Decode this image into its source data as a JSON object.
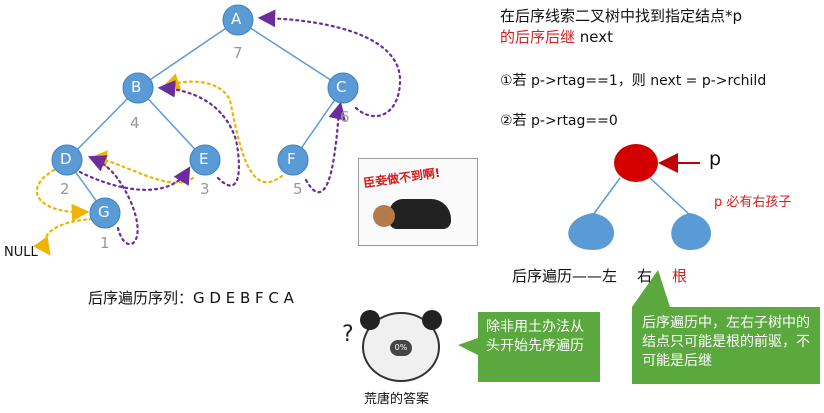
{
  "tree": {
    "nodes": [
      {
        "label": "A",
        "order": "7"
      },
      {
        "label": "B",
        "order": "4"
      },
      {
        "label": "C",
        "order": "6"
      },
      {
        "label": "D",
        "order": "2"
      },
      {
        "label": "E",
        "order": "3"
      },
      {
        "label": "F",
        "order": "5"
      },
      {
        "label": "G",
        "order": "1"
      }
    ],
    "null_label": "NULL",
    "postorder_label": "后序遍历序列：",
    "postorder_sequence": "G D E B F C A"
  },
  "question": {
    "line1": "在后序线索二叉树中找到指定结点*p",
    "line2_red": "的后序后继",
    "line2_rest": "next"
  },
  "rules": {
    "rule1_prefix": "①若",
    "rule1_body": "p->rtag==1，则 next = p->rchild",
    "rule2_prefix": "②若",
    "rule2_body": "p->rtag==0"
  },
  "diagram": {
    "p_label": "p",
    "note": "p 必有右孩子",
    "order_prefix": "后序遍历——左",
    "order_mid": "右",
    "order_root": "根",
    "colors": {
      "root_red": "#d40000",
      "child_blue": "#5b9bd5",
      "green_box": "#5aa83e"
    }
  },
  "memes": {
    "kneel_caption": "臣妾做不到啊!",
    "panda_caption": "荒唐的答案",
    "panda_badge": "0%"
  },
  "callouts": {
    "green_left": "除非用土办法从头开始先序遍历",
    "green_right": "后序遍历中，左右子树中的结点只可能是根的前驱，不可能是后继"
  }
}
